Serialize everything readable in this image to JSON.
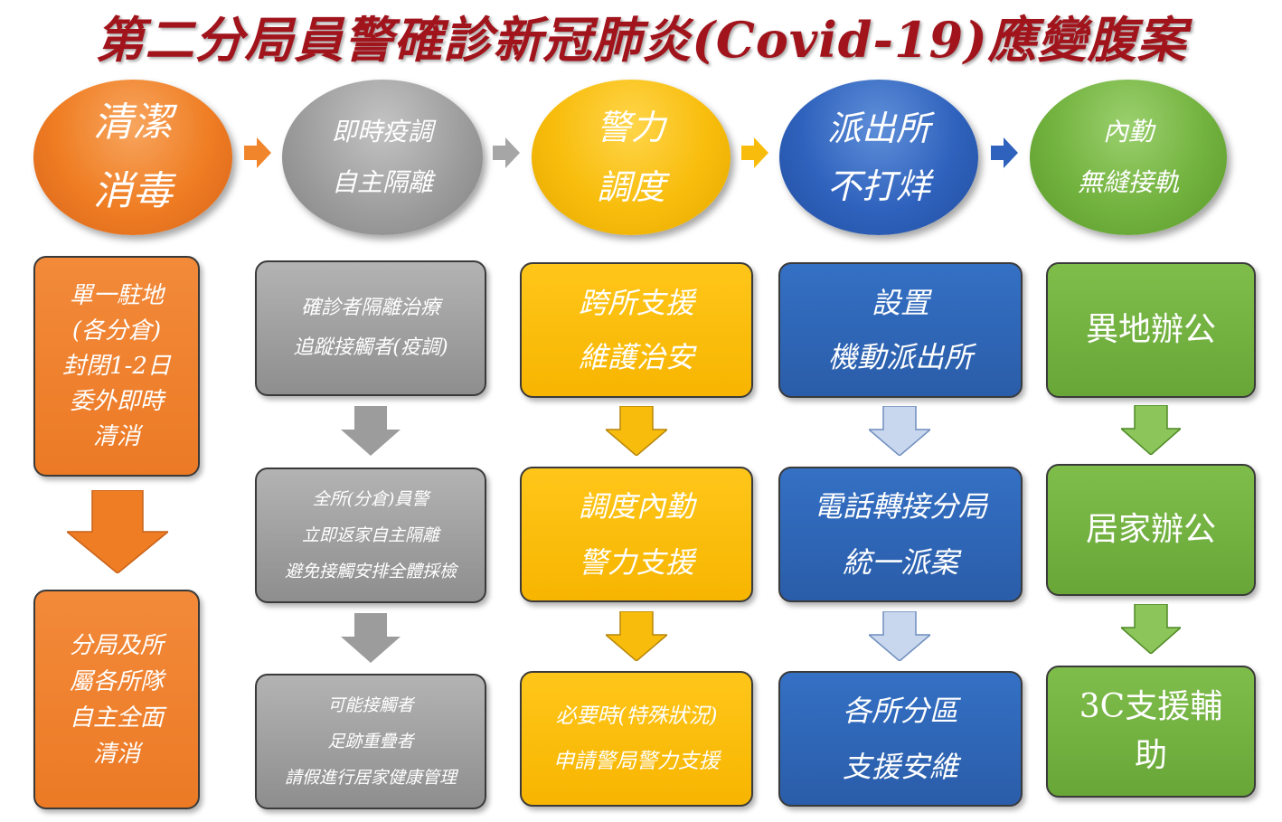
{
  "title": "第二分局員警確診新冠肺炎(Covid-19)應變腹案",
  "colors": {
    "title": "#a1141c",
    "orange": "#ef7d23",
    "gray": "#9b9b9b",
    "yellow": "#f8bd0c",
    "blue": "#2f62bd",
    "green": "#72b23e"
  },
  "columns": [
    {
      "heading": [
        "清潔",
        "消毒"
      ],
      "boxes": [
        [
          "單一駐地",
          "(各分倉)",
          "封閉1-2日",
          "委外即時",
          "清消"
        ],
        [
          "分局及所",
          "屬各所隊",
          "自主全面",
          "清消"
        ]
      ]
    },
    {
      "heading": [
        "即時疫調",
        "自主隔離"
      ],
      "boxes": [
        [
          "確診者隔離治療",
          "追蹤接觸者(疫調)"
        ],
        [
          "全所(分倉)員警",
          "立即返家自主隔離",
          "避免接觸安排全體採檢"
        ],
        [
          "可能接觸者",
          "足跡重疊者",
          "請假進行居家健康管理"
        ]
      ]
    },
    {
      "heading": [
        "警力",
        "調度"
      ],
      "boxes": [
        [
          "跨所支援",
          "維護治安"
        ],
        [
          "調度內勤",
          "警力支援"
        ],
        [
          "必要時(特殊狀況)",
          "申請警局警力支援"
        ]
      ]
    },
    {
      "heading": [
        "派出所",
        "不打烊"
      ],
      "boxes": [
        [
          "設置",
          "機動派出所"
        ],
        [
          "電話轉接分局",
          "統一派案"
        ],
        [
          "各所分區",
          "支援安維"
        ]
      ]
    },
    {
      "heading": [
        "內勤",
        "無縫接軌"
      ],
      "boxes": [
        [
          "異地辦公"
        ],
        [
          "居家辦公"
        ],
        [
          "3C支援輔",
          "助"
        ]
      ]
    }
  ]
}
